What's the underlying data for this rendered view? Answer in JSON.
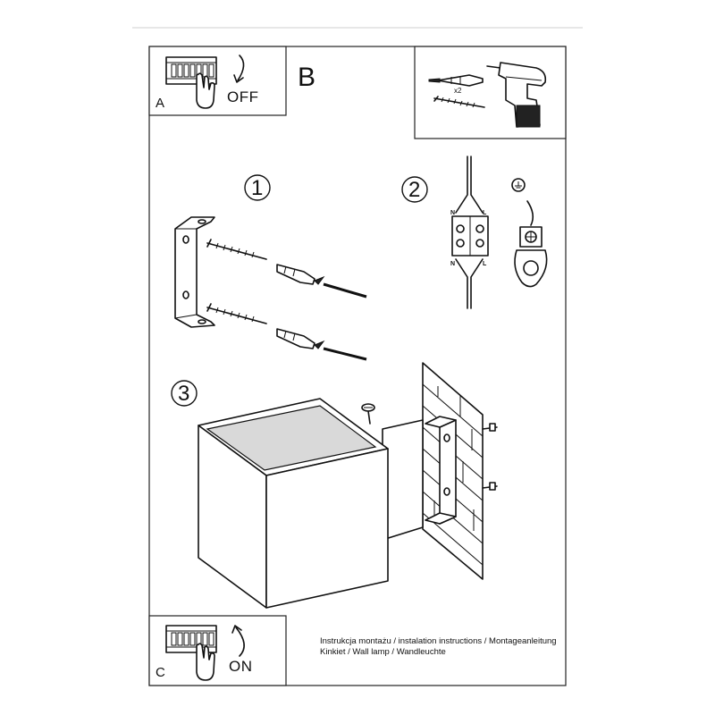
{
  "panels": {
    "a": {
      "letter": "A",
      "state": "OFF"
    },
    "b": {
      "letter": "B"
    },
    "c": {
      "letter": "C",
      "state": "ON"
    }
  },
  "tools": {
    "quantity": "x2"
  },
  "steps": {
    "one": "1",
    "two": "2",
    "three": "3"
  },
  "wiring": {
    "n_top": "N",
    "l_top": "L",
    "n_bottom": "N",
    "l_bottom": "L"
  },
  "caption": {
    "line1": "Instrukcja montażu / instalation instructions / Montageanleitung",
    "line2": "Kinkiet / Wall lamp / Wandleuchte"
  }
}
